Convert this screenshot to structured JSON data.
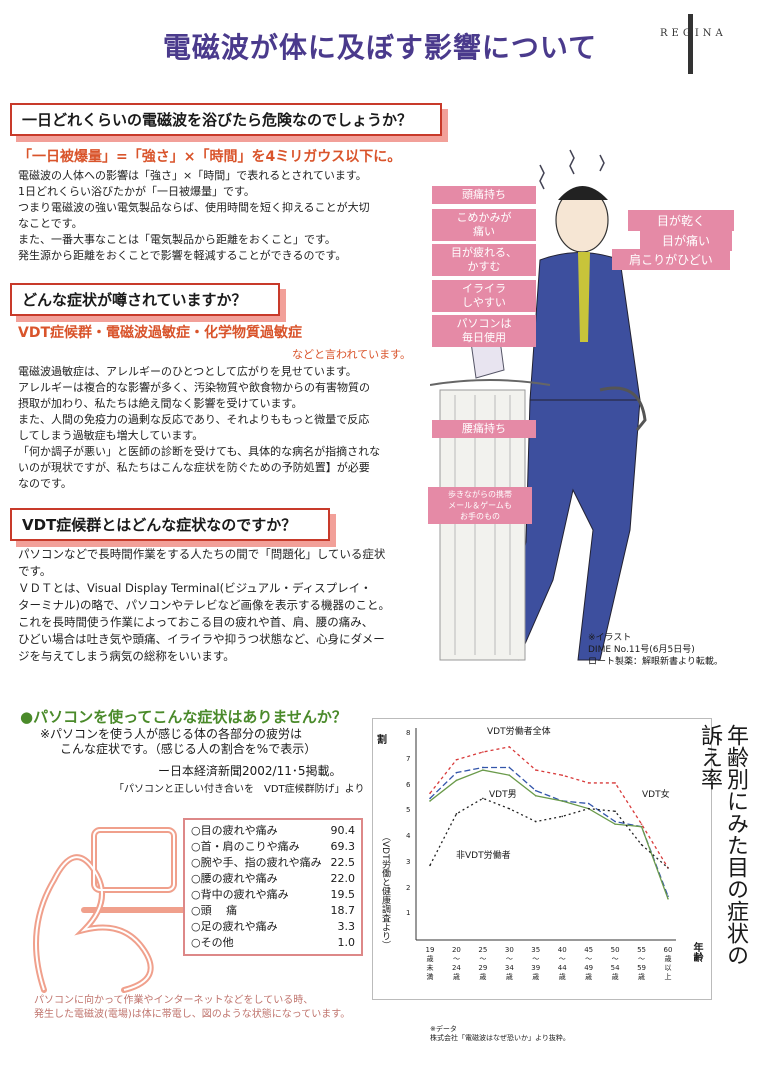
{
  "header": {
    "title": "電磁波が体に及ぼす影響について",
    "brand": "REGINA"
  },
  "sec1": {
    "heading": "一日どれくらいの電磁波を浴びたら危険なのでしょうか？",
    "sub": "「一日被爆量」=「強さ」×「時間」を4ミリガウス以下に。",
    "lines": [
      "電磁波の人体への影響は「強さ」×「時間」で表れるとされています。",
      "1日どれくらい浴びたかが「一日被爆量」です。",
      "つまり電磁波の強い電気製品ならば、使用時間を短く抑えることが大切",
      "なことです。",
      "また、一番大事なことは「電気製品から距離をおくこと」です。",
      "発生源から距離をおくことで影響を軽減することができるのです。"
    ]
  },
  "sec2": {
    "heading": "どんな症状が噂されていますか？",
    "sub": "VDT症候群・電磁波過敏症・化学物質過敏症",
    "sub2": "などと言われています。",
    "lines": [
      "電磁波過敏症は、アレルギーのひとつとして広がりを見せています。",
      "アレルギーは複合的な影響が多く、汚染物質や飲食物からの有害物質の",
      "摂取が加わり、私たちは絶え間なく影響を受けています。",
      "また、人間の免疫力の過剰な反応であり、それよりももっと微量で反応",
      "してしまう過敏症も増大しています。",
      "「何か調子が悪い」と医師の診断を受けても、具体的な病名が指摘されな",
      "いのが現状ですが、私たちはこんな症状を防ぐための予防処置】が必要",
      "なのです。"
    ]
  },
  "sec3": {
    "heading": "VDT症候群とはどんな症状なのですか？",
    "lines": [
      "パソコンなどで長時間作業をする人たちの間で「問題化」している症状",
      "です。",
      "ＶＤＴとは、Visual Display Terminal(ビジュアル・ディスプレイ・",
      "ターミナル)の略で、パソコンやテレビなど画像を表示する機器のこと。",
      "これを長時間使う作業によっておこる目の疲れや首、肩、腰の痛み、",
      "ひどい場合は吐き気や頭痛、イライラや抑うつ状態など、心身にダメー",
      "ジを与えてしまう病気の総称をいいます。"
    ]
  },
  "tags": {
    "left": [
      "頭痛持ち",
      "こめかみが\n痛い",
      "目が疲れる、\nかすむ",
      "イライラ\nしやすい",
      "パソコンは\n毎日使用",
      "腰痛持ち"
    ],
    "right": [
      "目が乾く",
      "目が痛い",
      "肩こりがひどい"
    ],
    "walk": "歩きながらの携帯\nメール＆ゲームも\nお手のもの"
  },
  "credit": [
    "※イラスト",
    "DIME No.11号(6月5日号)",
    "ロート製薬：解眼新書より転載。"
  ],
  "sec4": {
    "heading": "●パソコンを使ってこんな症状はありませんか？",
    "lines": [
      "※パソコンを使う人が感じる体の各部分の疲労は",
      "こんな症状です。（感じる人の割合を%で表示）",
      "ー日本経済新聞2002/11･5掲載。",
      "「パソコンと正しい付き合いを　VDT症候群防げ」より"
    ],
    "symptoms": [
      {
        "label": "○目の疲れや痛み",
        "value": "90.4"
      },
      {
        "label": "○首・肩のこりや痛み",
        "value": "69.3"
      },
      {
        "label": "○腕や手、指の疲れや痛み",
        "value": "22.5"
      },
      {
        "label": "○腰の疲れや痛み",
        "value": "22.0"
      },
      {
        "label": "○背中の疲れや痛み",
        "value": "19.5"
      },
      {
        "label": "○頭　 痛",
        "value": "18.7"
      },
      {
        "label": "○足の疲れや痛み",
        "value": "3.3"
      },
      {
        "label": "○その他",
        "value": "1.0"
      }
    ],
    "caption": [
      "パソコンに向かって作業やインターネットなどをしている時、",
      "発生した電磁波(電場)は体に帯電し、図のような状態になっています。"
    ]
  },
  "chart": {
    "title": "年齢別にみた目の症状の訴え率",
    "ylabel_unit": "割",
    "ylabel_src": "（VDT労働と健康調査より）",
    "xlabel": "年齢",
    "source": [
      "※データ",
      "株式会社「電磁波はなぜ恐いか」より抜粋。"
    ],
    "yticks": [
      "8",
      "7",
      "6",
      "5",
      "4",
      "3",
      "2",
      "1"
    ],
    "xticks": [
      "19\n歳\n未\n満",
      "20\n〜\n24\n歳",
      "25\n〜\n29\n歳",
      "30\n〜\n34\n歳",
      "35\n〜\n39\n歳",
      "40\n〜\n44\n歳",
      "45\n〜\n49\n歳",
      "50\n〜\n54\n歳",
      "55\n〜\n59\n歳",
      "60\n歳\n以\n上"
    ],
    "series_labels": [
      "VDT労働者全体",
      "VDT男",
      "VDT女",
      "非VDT労働者"
    ]
  },
  "chart_data": {
    "type": "line",
    "x": [
      "19歳未満",
      "20〜24歳",
      "25〜29歳",
      "30〜34歳",
      "35〜39歳",
      "40〜44歳",
      "45〜49歳",
      "50〜54歳",
      "55〜59歳",
      "60歳以上"
    ],
    "ylim": [
      0,
      8
    ],
    "series": [
      {
        "name": "VDT労働者全体",
        "color": "#3355aa",
        "dash": "6,3",
        "values": [
          5.5,
          6.5,
          6.7,
          6.7,
          5.8,
          5.4,
          5.3,
          4.6,
          4.4,
          1.7
        ]
      },
      {
        "name": "VDT男",
        "color": "#6a9a4a",
        "dash": "",
        "values": [
          5.4,
          6.2,
          6.6,
          6.4,
          5.6,
          5.4,
          5.1,
          4.5,
          4.4,
          1.6
        ]
      },
      {
        "name": "VDT女",
        "color": "#d83a3a",
        "dash": "3,3",
        "values": [
          5.7,
          7.0,
          7.3,
          7.5,
          6.6,
          6.4,
          6.1,
          6.1,
          4.5,
          2.8
        ]
      },
      {
        "name": "非VDT労働者",
        "color": "#222",
        "dash": "2,3",
        "values": [
          2.9,
          4.9,
          5.5,
          5.1,
          4.6,
          4.8,
          5.1,
          5.0,
          3.7,
          2.8
        ]
      }
    ]
  }
}
